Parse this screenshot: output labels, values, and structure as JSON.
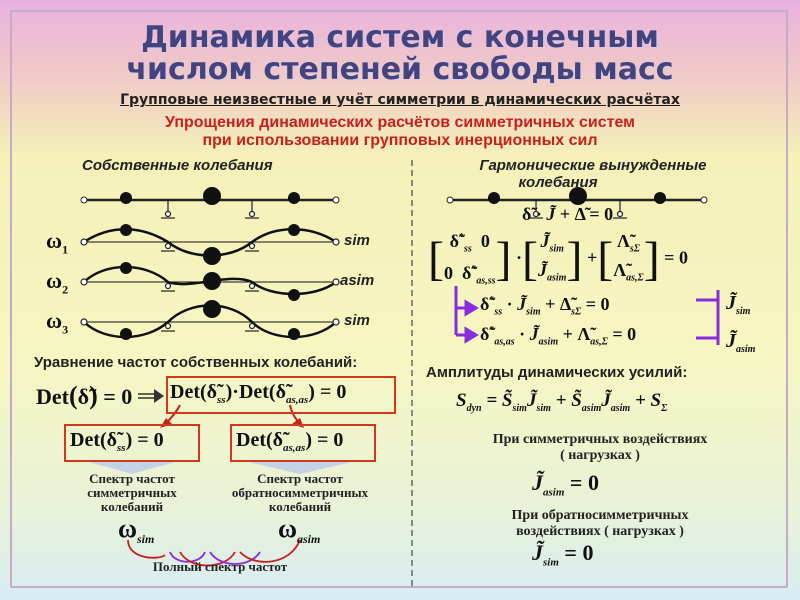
{
  "title_line1": "Динамика систем с конечным",
  "title_line2": "числом степеней свободы масс",
  "subtitle": "Групповые неизвестные и учёт симметрии в динамических расчётах",
  "topic_line1": "Упрощения динамических расчётов симметричных систем",
  "topic_line2": "при использовании групповых инерционных сил",
  "left_heading": "Собственные колебания",
  "right_heading_line1": "Гармонические вынужденные",
  "right_heading_line2": "колебания",
  "modes": [
    {
      "omega": "ω",
      "index": "1",
      "label": "sim"
    },
    {
      "omega": "ω",
      "index": "2",
      "label": "asim"
    },
    {
      "omega": "ω",
      "index": "3",
      "label": "sim"
    }
  ],
  "freq_equation_title": "Уравнение частот собственных колебаний:",
  "det_symbol": "Det",
  "spectrum_sym_line1": "Спектр частот",
  "spectrum_sym_line2": "симметричных",
  "spectrum_sym_line3": "колебаний",
  "spectrum_asym_line1": "Спектр частот",
  "spectrum_asym_line2": "обратносимметричных",
  "spectrum_asym_line3": "колебаний",
  "omega_sim_sub": "sim",
  "omega_asim_sub": "asim",
  "full_spectrum": "Полный спектр частот",
  "amplitudes_title": "Амплитуды динамических усилий:",
  "sym_load_line1": "При симметричных воздействиях",
  "sym_load_line2": "( нагрузках )",
  "asym_load_line1": "При обратносимметричных",
  "asym_load_line2": "воздействиях ( нагрузках )",
  "sub_sim": "sim",
  "sub_asim": "asim",
  "sub_ss": "ss",
  "sub_asas": "as,as",
  "sub_asss": "as,ss",
  "sub_sSigma": "sΣ",
  "sub_asSigma": "as,Σ",
  "sub_dyn": "dyn",
  "sub_Sigma": "Σ",
  "zero": "0",
  "colors": {
    "title": "#43437e",
    "accent_red": "#c8201a",
    "arrow_purple": "#8a2be2",
    "frame_red": "#d03a1a"
  }
}
